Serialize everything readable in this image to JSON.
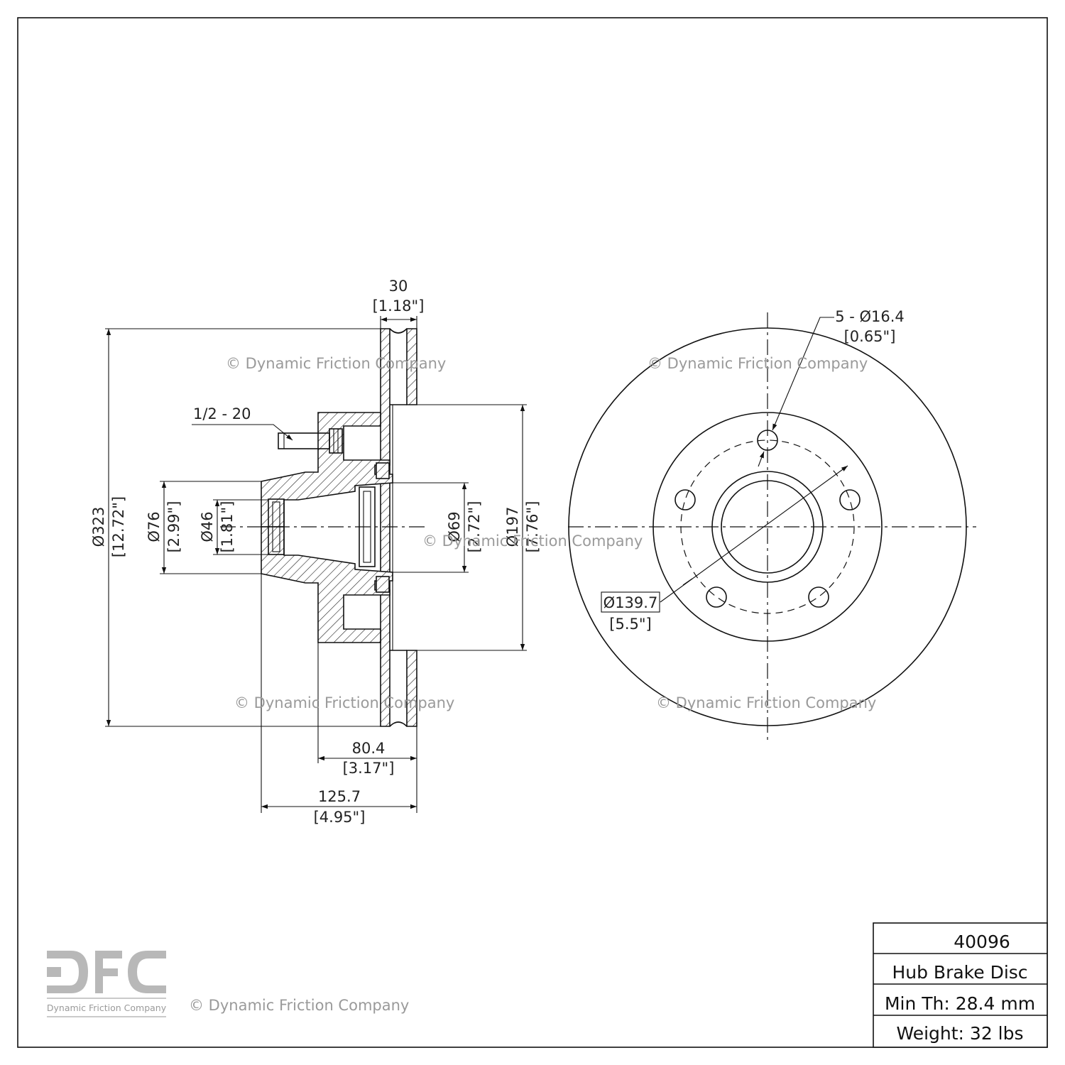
{
  "watermark": "© Dynamic Friction Company",
  "side_view": {
    "disc_thickness": {
      "mm": "30",
      "in": "[1.18\"]"
    },
    "stud_thread": "1/2 - 20",
    "outer_diameter": {
      "mm": "Ø323",
      "in": "[12.72\"]"
    },
    "hub_diameter": {
      "mm": "Ø76",
      "in": "[2.99\"]"
    },
    "bore_diameter": {
      "mm": "Ø46",
      "in": "[1.81\"]"
    },
    "center_bore": {
      "mm": "Ø69",
      "in": "[2.72\"]"
    },
    "hat_diameter": {
      "mm": "Ø197",
      "in": "[7.76\"]"
    },
    "hat_height": {
      "mm": "80.4",
      "in": "[3.17\"]"
    },
    "overall_height": {
      "mm": "125.7",
      "in": "[4.95\"]"
    }
  },
  "front_view": {
    "holes": {
      "mm": "5 - Ø16.4",
      "in": "[0.65\"]"
    },
    "bolt_circle": {
      "mm": "Ø139.7",
      "in": "[5.5\"]"
    }
  },
  "title_block": {
    "part_number": "40096",
    "description": "Hub Brake Disc",
    "min_thickness": "Min Th: 28.4 mm",
    "weight": "Weight: 32 lbs"
  },
  "logo": {
    "letters": "DFC",
    "caption": "Dynamic Friction Company"
  }
}
